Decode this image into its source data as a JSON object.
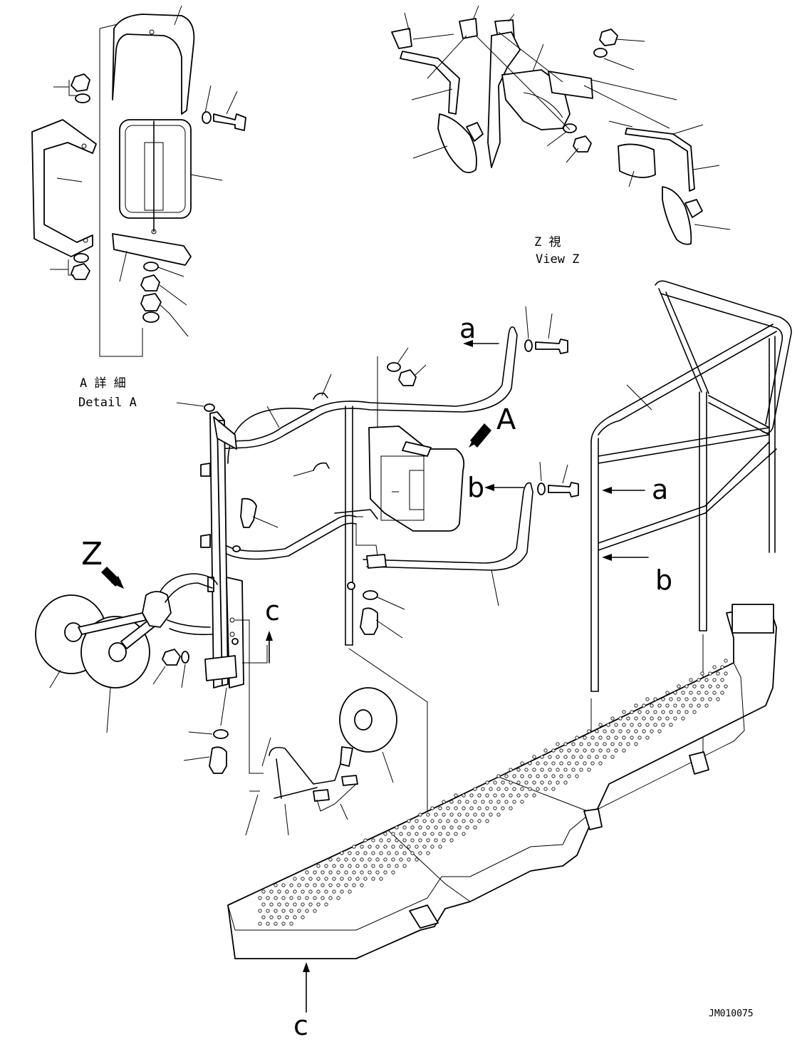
{
  "title": "JM010075",
  "details": {
    "detail_a_jp": "A 詳 細",
    "detail_a_en": "Detail A",
    "view_z_jp": "Z 視",
    "view_z_en": "View Z"
  },
  "markers": {
    "A": "A",
    "Z": "Z",
    "a1": "a",
    "a2": "a",
    "b1": "b",
    "b2": "b",
    "c1": "c",
    "c2": "c"
  },
  "drawing_id": "JM010075"
}
